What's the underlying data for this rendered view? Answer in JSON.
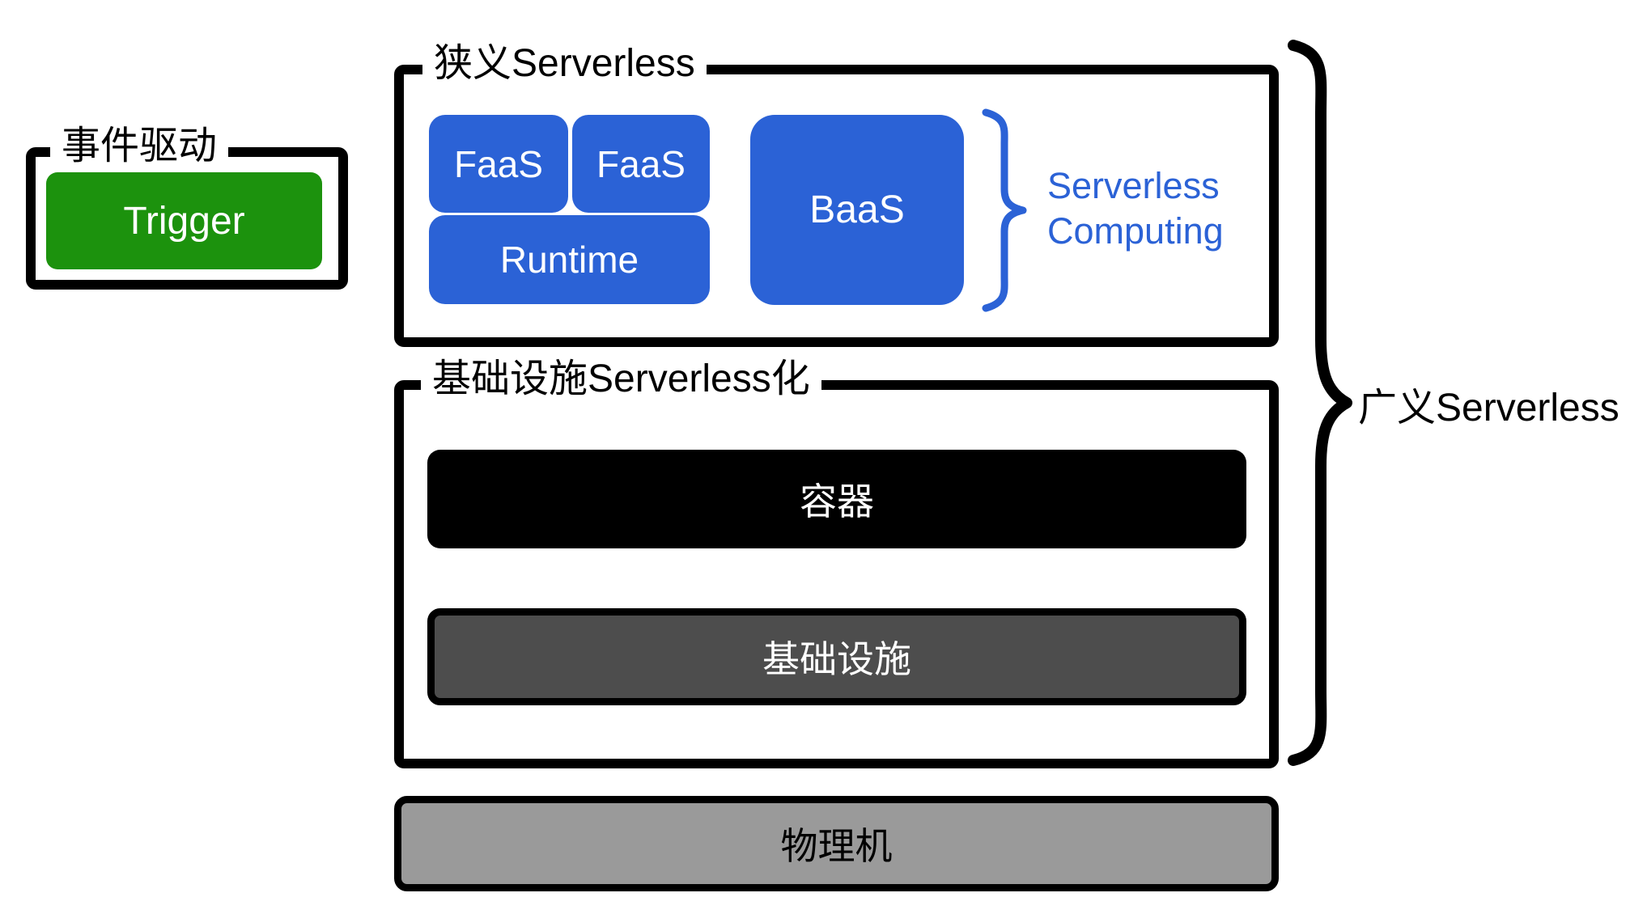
{
  "event_driven": {
    "label": "事件驱动",
    "trigger_label": "Trigger"
  },
  "narrow_serverless": {
    "label": "狭义Serverless",
    "faas_boxes": [
      "FaaS",
      "FaaS"
    ],
    "runtime_label": "Runtime",
    "baas_label": "BaaS",
    "brace_caption_line1": "Serverless",
    "brace_caption_line2": "Computing"
  },
  "infra_serverless": {
    "label": "基础设施Serverless化",
    "container_label": "容器",
    "infrastructure_label": "基础设施"
  },
  "physical": {
    "label": "物理机"
  },
  "broad": {
    "label": "广义Serverless"
  },
  "colors": {
    "accent_blue": "#2b62d6",
    "accent_green": "#1c920d",
    "bar_black": "#000000",
    "bar_dark_gray": "#4d4d4d",
    "bar_light_gray": "#9a9a9a"
  }
}
